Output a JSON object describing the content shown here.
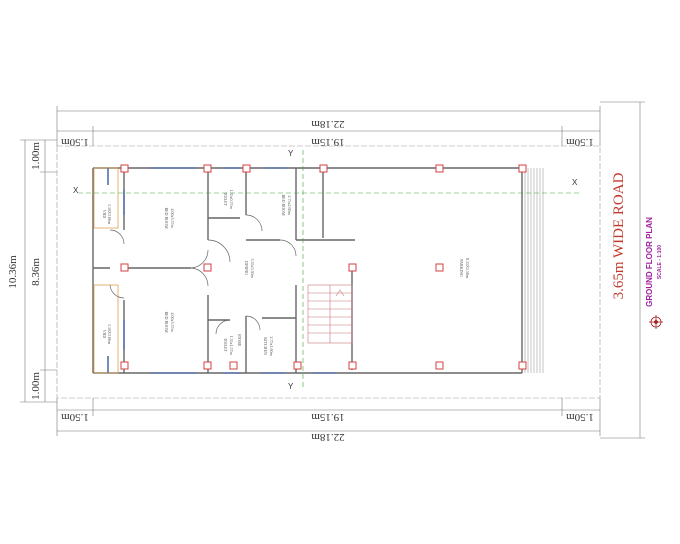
{
  "dimensions": {
    "overall_length": "22.18m",
    "inner_length": "19.15m",
    "setback_side": "1.50m",
    "overall_width": "10.36m",
    "inner_width": "8.36m",
    "setback_end": "1.00m"
  },
  "road": {
    "label": "3.65m WIDE ROAD"
  },
  "title": {
    "main": "GROUND FLOOR PLAN",
    "scale": "SCALE - 1:100"
  },
  "axis_labels": {
    "x": "X",
    "y": "Y"
  },
  "rooms": {
    "verandah_top": {
      "name": "VRD",
      "size": "1.10X3.66m"
    },
    "bedroom_top": {
      "name": "BED ROOM",
      "size": "4.00x3.57m"
    },
    "toilet_top": {
      "name": "TOILET",
      "size": "1.35x0.57m"
    },
    "bedroom_mid": {
      "name": "BED ROOM",
      "size": "2.75x2.60m"
    },
    "dining": {
      "name": "DINING",
      "size": "3.35x3.30m"
    },
    "parking": {
      "name": "PARKING",
      "size": "8.15X5.58m"
    },
    "verandah_bottom": {
      "name": "VRD",
      "size": "1.10X3.66m"
    },
    "bedroom_bottom": {
      "name": "BED ROOM",
      "size": "4.00x3.57m"
    },
    "toilet_bottom": {
      "name": "TOILET",
      "size": "1.35x1.57m"
    },
    "kitchen": {
      "name": "KITCHEN",
      "size": "2.75x1.60m"
    },
    "store": {
      "name": "STORE",
      "size": ""
    }
  },
  "colors": {
    "wall": "#666666",
    "column": "#d44040",
    "window": "#6a7fb0",
    "axis_line": "#33aa33",
    "road_text": "#c0392b",
    "title_text": "#a020a0",
    "dimension": "#555555",
    "stair": "#c77777"
  }
}
